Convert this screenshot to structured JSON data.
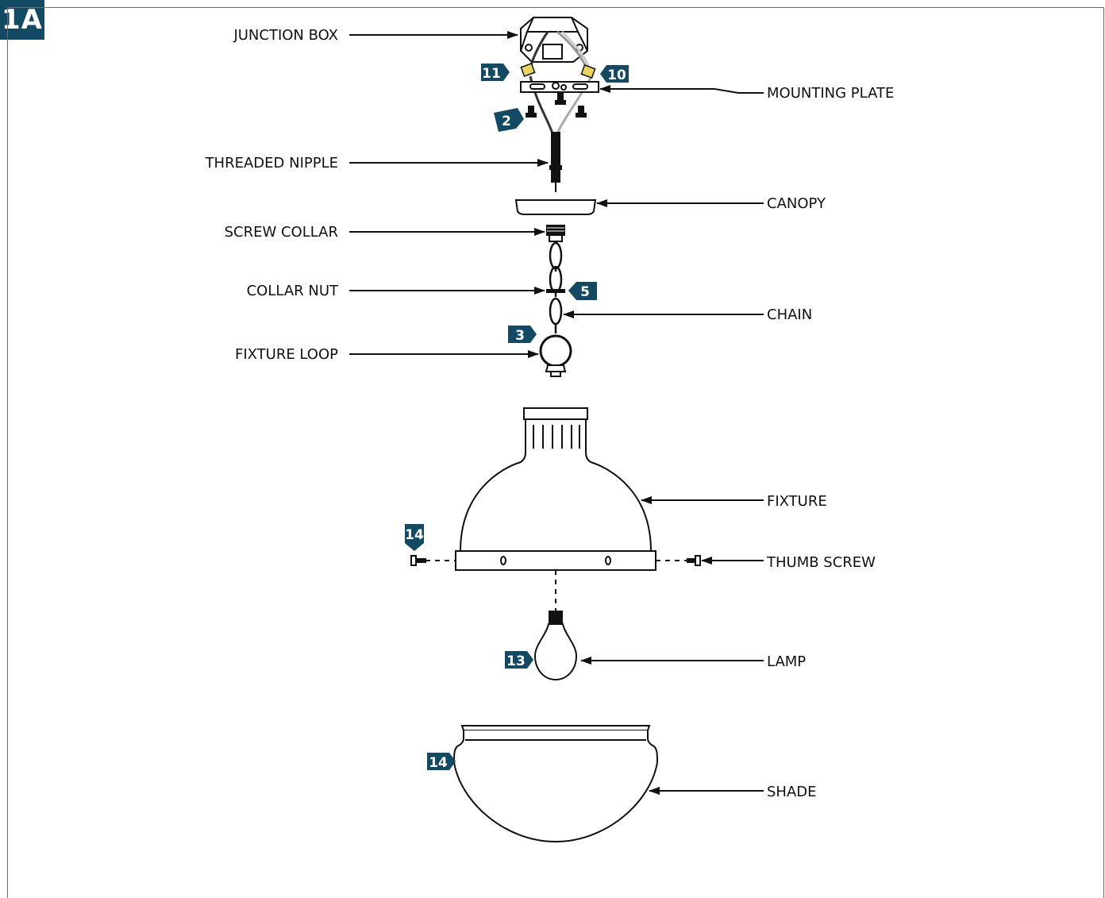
{
  "figure": {
    "tag": "1A"
  },
  "labels": {
    "junction_box": "JUNCTION BOX",
    "mounting_plate": "MOUNTING PLATE",
    "threaded_nipple": "THREADED NIPPLE",
    "canopy": "CANOPY",
    "screw_collar": "SCREW COLLAR",
    "collar_nut": "COLLAR NUT",
    "chain": "CHAIN",
    "fixture_loop": "FIXTURE LOOP",
    "fixture": "FIXTURE",
    "thumb_screw": "THUMB SCREW",
    "lamp": "LAMP",
    "shade": "SHADE"
  },
  "step_badges": {
    "wire_left": "11",
    "wire_right": "10",
    "mounting_screws": "2",
    "collar_nut": "5",
    "fixture_loop": "3",
    "thumb_screw": "14",
    "lamp": "13",
    "shade": "14"
  },
  "colors": {
    "badge": "#134a63",
    "line": "#111111",
    "frame": "#6b6b6b",
    "connector": "#e8d55a"
  }
}
